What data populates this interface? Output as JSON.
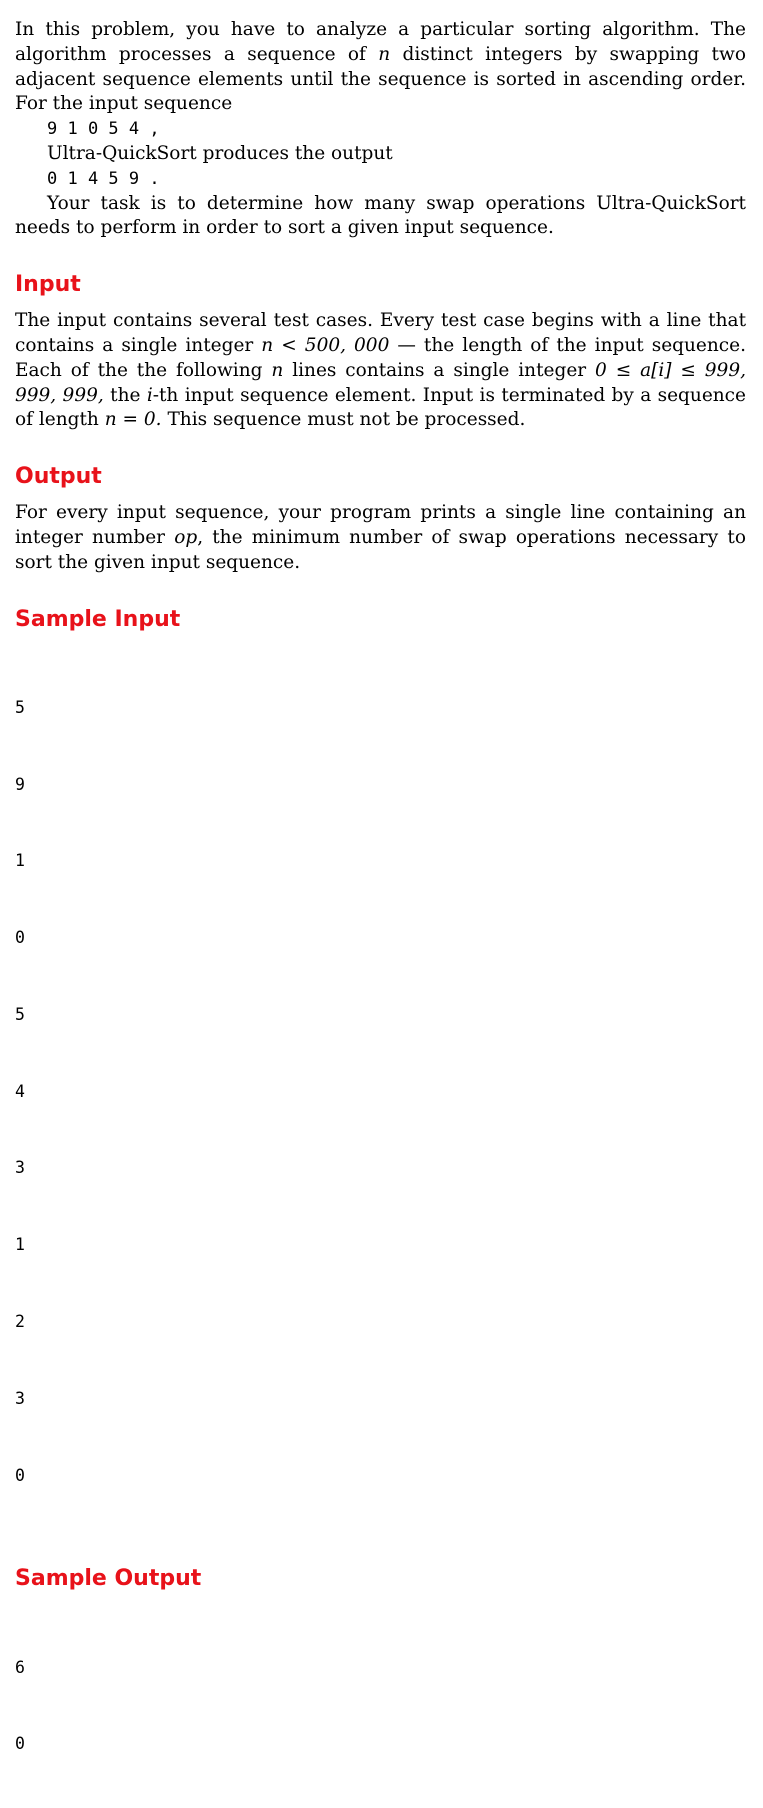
{
  "intro": {
    "p1": "In this problem, you have to analyze a particular sorting algorithm. The algorithm processes a sequence of",
    "p1_var": "n",
    "p1_rest": "distinct integers by swapping two adjacent sequence elements until the sequence is sorted in ascending order. For the input sequence",
    "example_input": "9 1 0 5 4 ,",
    "mid_text": "Ultra-QuickSort produces the output",
    "example_output": "0 1 4 5 9 .",
    "task": "Your task is to determine how many swap operations Ultra-QuickSort needs to perform in order to sort a given input sequence."
  },
  "input_section": {
    "heading": "Input",
    "t1": "The input contains several test cases. Every test case begins with a line that contains a single integer",
    "t1_math": "n < 500, 000",
    "t2": "— the length of the input sequence. Each of the the following",
    "t2_var": "n",
    "t3": "lines contains a single integer",
    "t3_math": "0 ≤ a[i] ≤ 999, 999, 999,",
    "t4": "the",
    "t4_var": "i",
    "t5": "-th input sequence element. Input is terminated by a sequence of length",
    "t5_math": "n = 0.",
    "t6": "This sequence must not be processed."
  },
  "output_section": {
    "heading": "Output",
    "t1": "For every input sequence, your program prints a single line containing an integer number",
    "t1_var": "op",
    "t2": ", the minimum number of swap operations necessary to sort the given input sequence."
  },
  "sample_input": {
    "heading": "Sample Input",
    "lines": [
      "5",
      "9",
      "1",
      "0",
      "5",
      "4",
      "3",
      "1",
      "2",
      "3",
      "0"
    ]
  },
  "sample_output": {
    "heading": "Sample Output",
    "lines": [
      "6",
      "0"
    ]
  }
}
